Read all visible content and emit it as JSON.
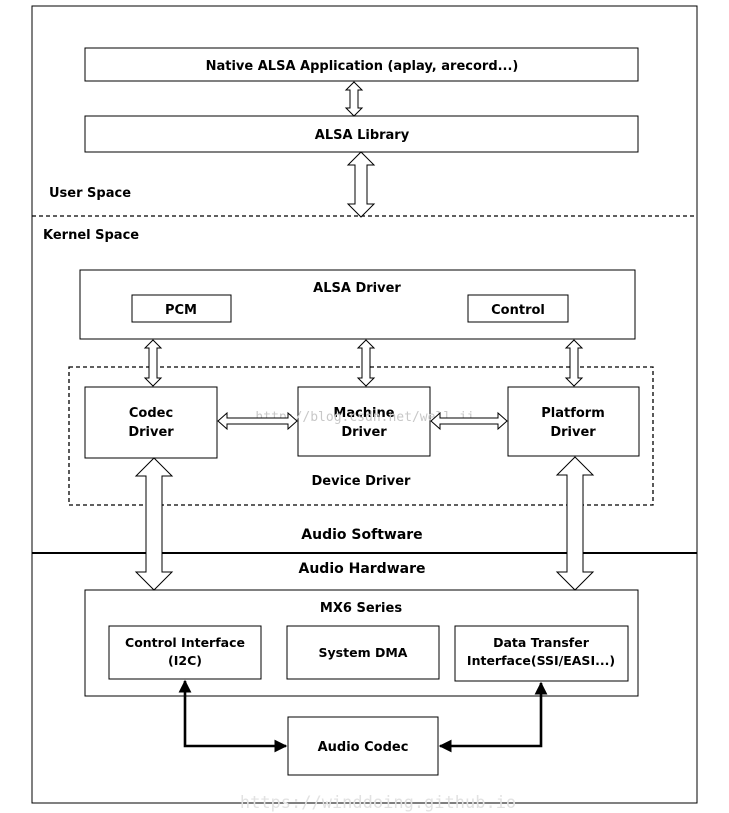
{
  "app_layer": {
    "label": "Native ALSA Application (aplay, arecord...)"
  },
  "library": {
    "label": "ALSA Library"
  },
  "user_space": {
    "label": "User Space"
  },
  "kernel_space": {
    "label": "Kernel Space"
  },
  "alsa_driver": {
    "label": "ALSA Driver",
    "pcm": "PCM",
    "control": "Control"
  },
  "device_driver": {
    "label": "Device Driver",
    "codec": [
      "Codec",
      "Driver"
    ],
    "machine": [
      "Machine",
      "Driver"
    ],
    "platform": [
      "Platform",
      "Driver"
    ]
  },
  "watermark_mid": "http://blog.csdn.net/well_ji",
  "audio_software": {
    "label": "Audio Software"
  },
  "audio_hardware": {
    "label": "Audio Hardware"
  },
  "soc": {
    "label": "MX6 Series",
    "control_interface": [
      "Control Interface",
      "(I2C)"
    ],
    "system_dma": "System DMA",
    "data_transfer": [
      "Data Transfer",
      "Interface(SSI/EASI...)"
    ]
  },
  "audio_codec": {
    "label": "Audio Codec"
  },
  "watermark_bottom": "https://winddoing.github.io"
}
